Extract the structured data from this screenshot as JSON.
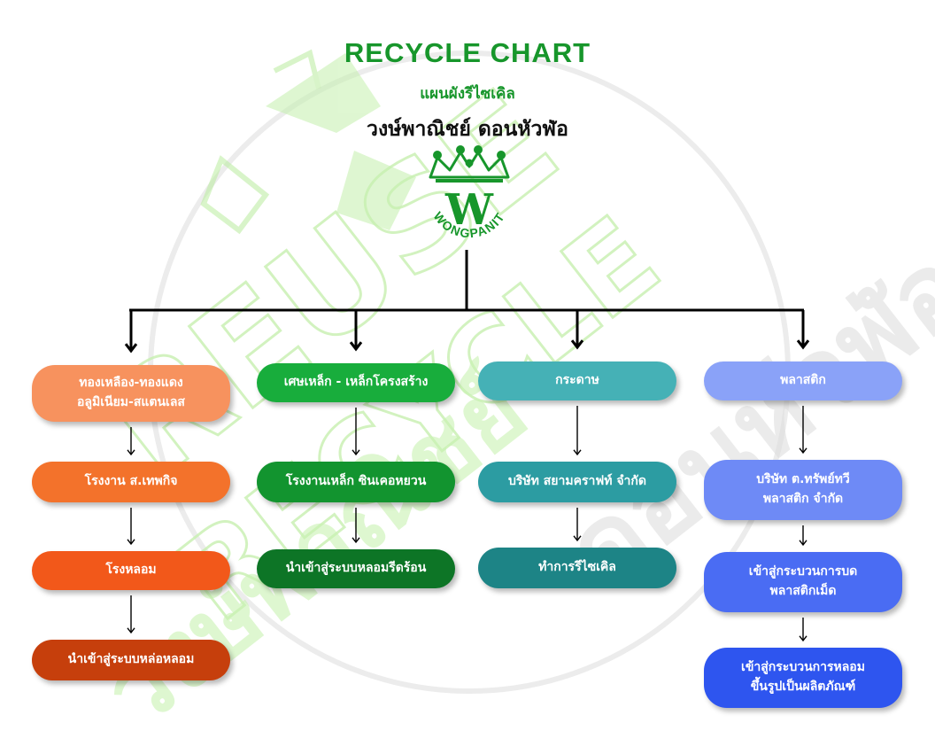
{
  "header": {
    "title": "RECYCLE CHART",
    "subtitle": "แผนผังรีไซเคิล",
    "company": "วงษ์พาณิชย์ ดอนหัวฬ่อ"
  },
  "logo": {
    "text": "WONGPANIT",
    "letter": "W"
  },
  "watermark": {
    "words": [
      "REUSE",
      "RECYCLE",
      "วงษ์พาณิชย์",
      "ดอนหัวฬ่อ"
    ]
  },
  "colors": {
    "brand": "#17962b",
    "watermark": "#9ee67a"
  },
  "columns": [
    {
      "name": "metal",
      "boxes": [
        {
          "text": "ทองเหลือง-ทองแดง\nอลูมิเนียม-สแตนเลส",
          "color": "#f7925e"
        },
        {
          "text": "โรงงาน ส.เทพกิจ",
          "color": "#f3722b"
        },
        {
          "text": "โรงหลอม",
          "color": "#f2581a"
        },
        {
          "text": "นำเข้าสู่ระบบหล่อหลอม",
          "color": "#c63f0c"
        }
      ]
    },
    {
      "name": "steel",
      "boxes": [
        {
          "text": "เศษเหล็ก - เหล็กโครงสร้าง",
          "color": "#18ad3c"
        },
        {
          "text": "โรงงานเหล็ก ซินเคอหยวน",
          "color": "#12942f"
        },
        {
          "text": "นำเข้าสู่ระบบหลอมรีดร้อน",
          "color": "#0d7526"
        }
      ]
    },
    {
      "name": "paper",
      "boxes": [
        {
          "text": "กระดาษ",
          "color": "#45b1b6"
        },
        {
          "text": "บริษัท สยามคราฟท์ จำกัด",
          "color": "#2c9ca2"
        },
        {
          "text": "ทำการรีไซเคิล",
          "color": "#1d8486"
        }
      ]
    },
    {
      "name": "plastic",
      "boxes": [
        {
          "text": "พลาสติก",
          "color": "#8aa2f8"
        },
        {
          "text": "บริษัท ต.ทรัพย์ทวี\nพลาสติก จำกัด",
          "color": "#6e8af6"
        },
        {
          "text": "เข้าสู่กระบวนการบด\nพลาสติกเม็ด",
          "color": "#4a6cf3"
        },
        {
          "text": "เข้าสู่กระบวนการหลอม\nขึ้นรูปเป็นผลิตภัณฑ์",
          "color": "#2e55ef"
        }
      ]
    }
  ]
}
